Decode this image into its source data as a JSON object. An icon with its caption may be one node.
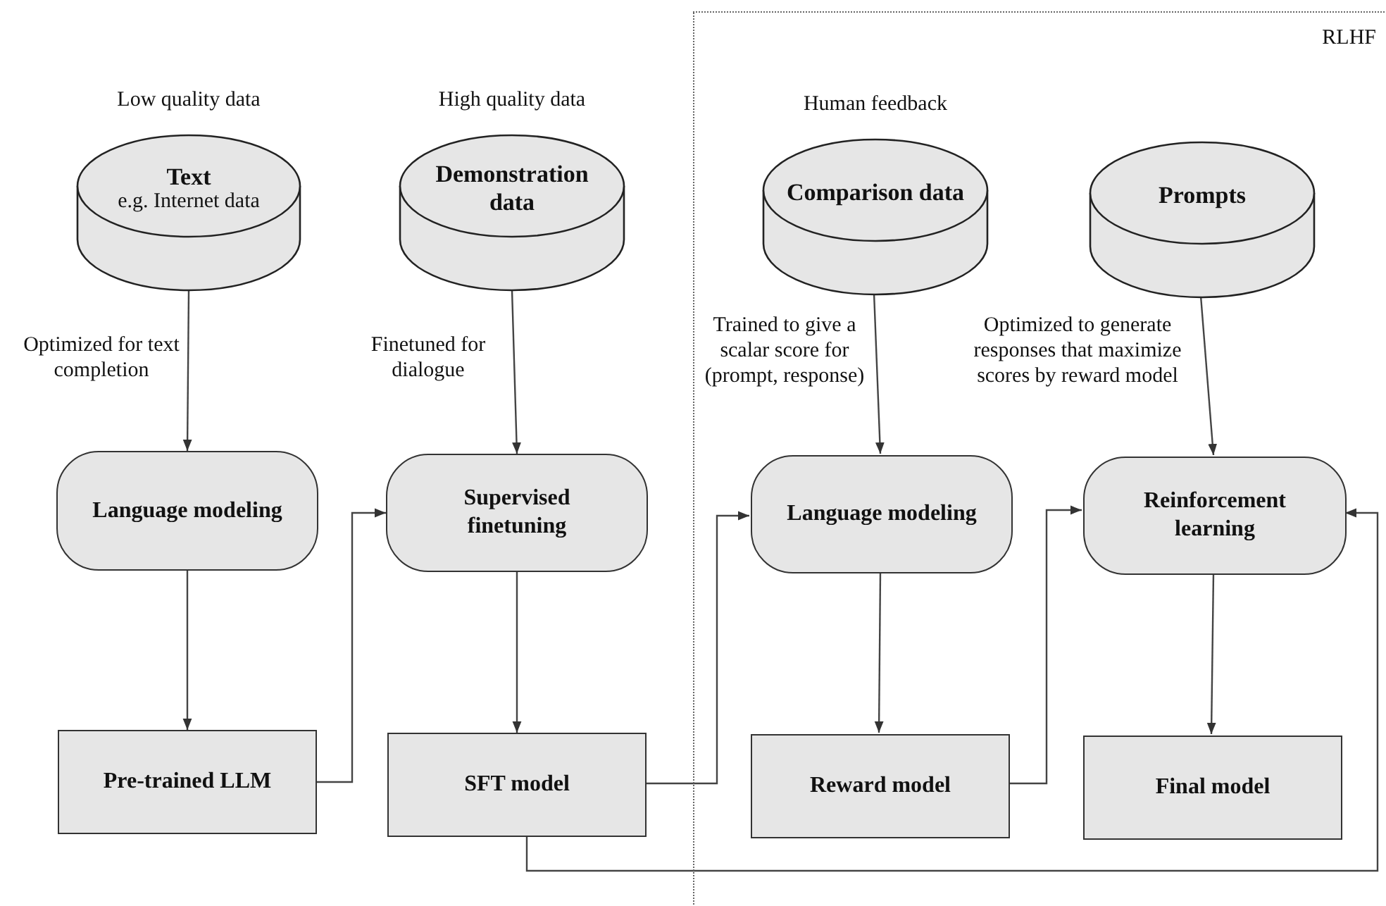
{
  "diagram": {
    "nodes": [
      {
        "text": [
          "RLHF"
        ]
      },
      {
        "text": [
          "Text",
          "e.g. Internet data"
        ],
        "beside": [
          "Low quality data"
        ]
      },
      {
        "text": [
          "Demonstration data"
        ],
        "beside": [
          "High quality data"
        ]
      },
      {
        "text": [
          "Comparison data"
        ],
        "beside": [
          "Human feedback"
        ],
        "in": 0
      },
      {
        "text": [
          "Prompts"
        ],
        "in": 0
      },
      {
        "text": [
          "Language modeling"
        ]
      },
      {
        "text": [
          "Supervised finetuning"
        ]
      },
      {
        "text": [
          "Language modeling"
        ],
        "in": 0
      },
      {
        "text": [
          "Reinforcement learning"
        ],
        "in": 0
      },
      {
        "text": [
          "Pre-trained LLM"
        ]
      },
      {
        "text": [
          "SFT model"
        ]
      },
      {
        "text": [
          "Reward model"
        ],
        "in": 0
      },
      {
        "text": [
          "Final model"
        ],
        "in": 0
      }
    ],
    "edges": [
      {
        "from": 1,
        "to": 5,
        "arrow": "to",
        "label": "Optimized for text completion"
      },
      {
        "from": 2,
        "to": 6,
        "arrow": "to",
        "label": "Finetuned for dialogue"
      },
      {
        "from": 3,
        "to": 7,
        "arrow": "to",
        "label": "Trained to give a scalar score for (prompt, response)"
      },
      {
        "from": 4,
        "to": 8,
        "arrow": "to",
        "label": "Optimized to generate responses that maximize scores by reward model"
      },
      {
        "from": 5,
        "to": 9,
        "arrow": "to"
      },
      {
        "from": 6,
        "to": 10,
        "arrow": "to"
      },
      {
        "from": 7,
        "to": 11,
        "arrow": "to"
      },
      {
        "from": 8,
        "to": 12,
        "arrow": "to"
      },
      {
        "from": 9,
        "to": 6,
        "arrow": "to"
      },
      {
        "from": 10,
        "to": 7,
        "arrow": "to"
      },
      {
        "from": 11,
        "to": 8,
        "arrow": "to"
      },
      {
        "from": 10,
        "to": 8,
        "arrow": "to"
      }
    ]
  }
}
